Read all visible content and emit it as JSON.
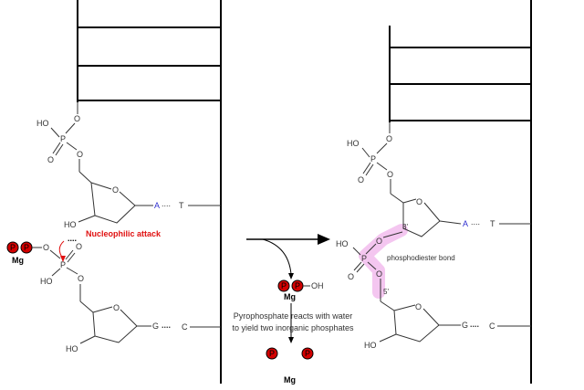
{
  "labels": {
    "HO": "HO",
    "O": "O",
    "P": "P",
    "OH": "OH",
    "Mg": "Mg",
    "A": "A",
    "T": "T",
    "G": "G",
    "C": "C",
    "dots": "....",
    "three_prime": "3'",
    "five_prime": "5'"
  },
  "annotations": {
    "nucleophilic_attack": "Nucleophilic attack",
    "phosphodiester_bond": "phosphodiester bond",
    "pyrophosphate_line1": "Pyrophosphate reacts with water",
    "pyrophosphate_line2": "to yield two inorganic phosphates"
  },
  "colors": {
    "phosphate": "#d40000",
    "attack": "#e01010",
    "adenine": "#3030d0",
    "highlight": "#f4c6f0"
  }
}
